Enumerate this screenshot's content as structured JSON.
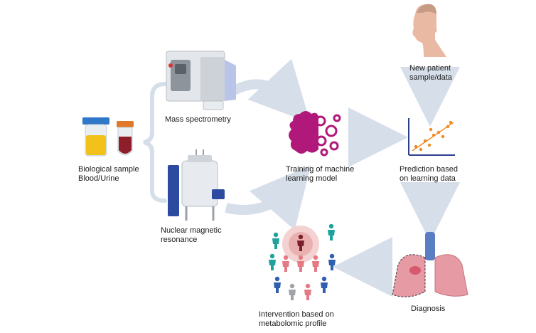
{
  "labels": {
    "biological_sample": [
      "Biological sample",
      "Blood/Urine"
    ],
    "mass_spectrometry": "Mass spectrometry",
    "nmr": [
      "Nuclear magnetic",
      "resonance"
    ],
    "training": [
      "Training of machine",
      "learning model"
    ],
    "new_patient": [
      "New patient",
      "sample/data"
    ],
    "prediction": [
      "Prediction based",
      "on learning data"
    ],
    "diagnosis": "Diagnosis",
    "intervention": [
      "Intervention based on",
      "metabolomic profile"
    ]
  },
  "icons": {
    "blood-urine-tubes": "sample-containers-icon",
    "mass-spec": "mass-spectrometer-icon",
    "nmr": "nmr-magnet-icon",
    "brain": "brain-gears-icon",
    "patient": "patient-head-icon",
    "plot": "scatter-plot-icon",
    "lungs": "lungs-icon",
    "people": "population-icon"
  },
  "colors": {
    "arrow": "#d6dfe9",
    "brain": "#b0197a",
    "plot_points": "#f08a24",
    "lung": "#e59aa4",
    "urine": "#f2c21b",
    "blood": "#8e1e2a",
    "cap_blue": "#2f77c8",
    "cap_orange": "#e0772a"
  }
}
